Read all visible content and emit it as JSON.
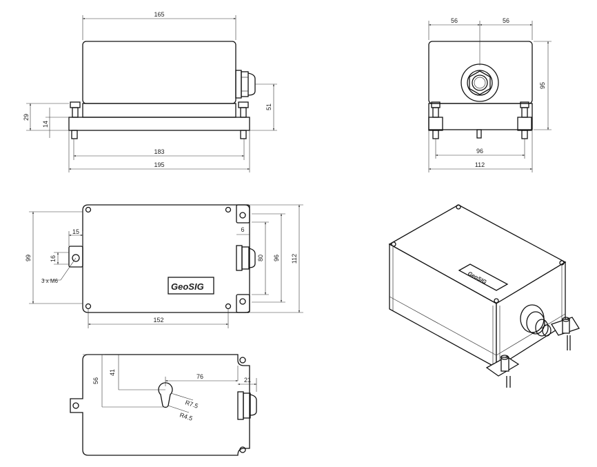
{
  "drawing": {
    "front_view": {
      "d_top": "165",
      "d_bottom1": "183",
      "d_bottom2": "195",
      "d_left1": "29",
      "d_left2": "14",
      "d_right": "51"
    },
    "side_view": {
      "d_top_left": "56",
      "d_top_right": "56",
      "d_right": "95",
      "d_bottom1": "96",
      "d_bottom2": "112"
    },
    "top_view": {
      "d_15": "15",
      "d_16": "16",
      "d_99": "99",
      "d_6": "6",
      "d_80": "80",
      "d_96": "96",
      "d_112": "112",
      "d_152": "152",
      "hole_note": "3 x M6"
    },
    "bottom_view": {
      "d_56": "56",
      "d_41": "41",
      "d_76": "76",
      "d_21": "21",
      "r1": "R7.5",
      "r2": "R4.5"
    },
    "logo": {
      "text": "GeoSIG"
    }
  }
}
